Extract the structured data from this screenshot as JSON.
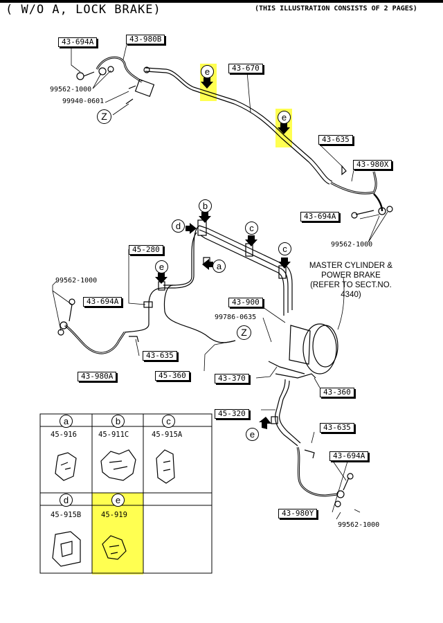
{
  "header": {
    "title": "( W/O A, LOCK BRAKE)",
    "pages_note": "(THIS ILLUSTRATION CONSISTS OF  2 PAGES)"
  },
  "parts": {
    "p43_694a_top": "43-694A",
    "p43_980b": "43-980B",
    "p43_670": "43-670",
    "p43_635_top": "43-635",
    "p43_980x": "43-980X",
    "p43_694a_right": "43-694A",
    "p45_280": "45-280",
    "p43_694a_left": "43-694A",
    "p43_900": "43-900",
    "p43_635_mid": "43-635",
    "p45_360": "45-360",
    "p43_980a": "43-980A",
    "p43_370": "43-370",
    "p43_360": "43-360",
    "p45_320": "45-320",
    "p43_635_low": "43-635",
    "p43_694a_low": "43-694A",
    "p43_980y": "43-980Y"
  },
  "numbers": {
    "n99562_top": "99562-1000",
    "n99940": "99940-0601",
    "n99562_right": "99562-1000",
    "n99562_left": "99562-1000",
    "n99786": "99786-0635",
    "n99562_bottom": "99562-1000"
  },
  "callouts": {
    "z_top": "Z",
    "z_mid": "Z",
    "e_top1": "e",
    "e_top2": "e",
    "b": "b",
    "d": "d",
    "c1": "c",
    "c2": "c",
    "a": "a",
    "e_mid": "e",
    "e_low": "e"
  },
  "master_note": {
    "line1": "MASTER CYLINDER &",
    "line2": "POWER BRAKE",
    "line3": "(REFER TO SECT.NO.",
    "line4": "4340)"
  },
  "clip_table": [
    {
      "letter": "a",
      "part": "45-916"
    },
    {
      "letter": "b",
      "part": "45-911C"
    },
    {
      "letter": "c",
      "part": "45-915A"
    },
    {
      "letter": "d",
      "part": "45-915B"
    },
    {
      "letter": "e",
      "part": "45-919"
    }
  ],
  "colors": {
    "highlight": "#ffff33",
    "line": "#000000"
  }
}
